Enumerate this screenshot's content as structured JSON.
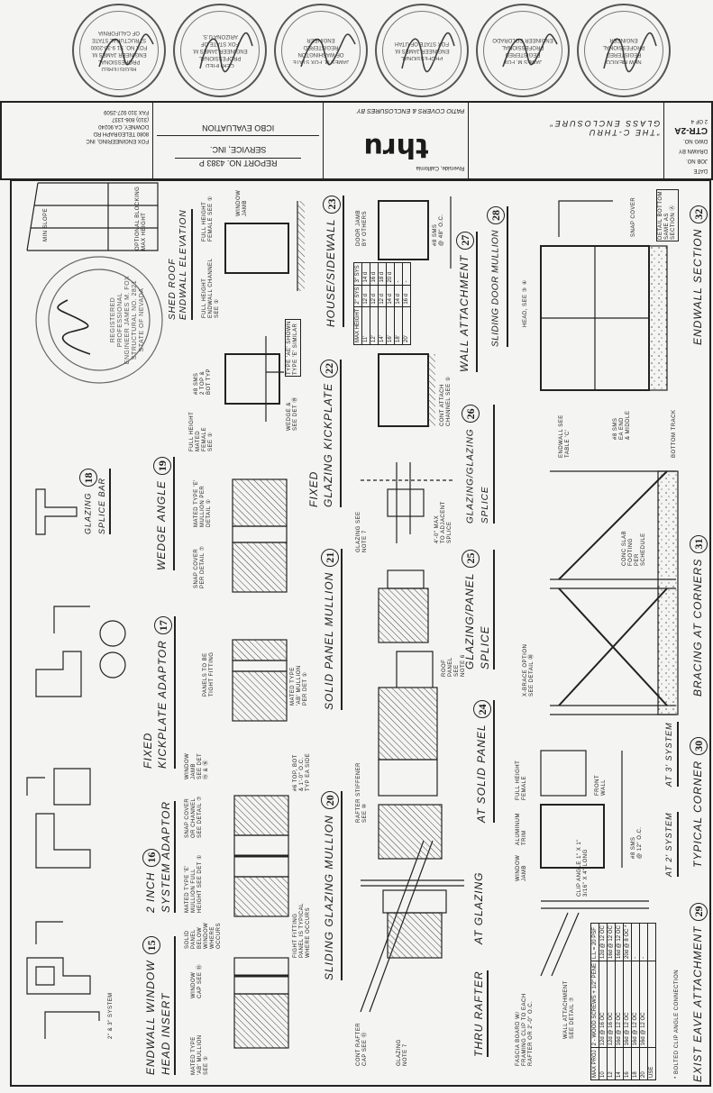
{
  "title_block": {
    "firm": [
      "FOX ENGINEERING, INC",
      "8080 TELEGRAPH RD",
      "DOWNEY, CA 90240",
      "(310) 806-1337",
      "FAX 310 927-2509"
    ],
    "evaluation": "ICBO EVALUATION",
    "evaluation2": "SERVICE, INC.",
    "report": "REPORT NO. 4383 P",
    "company": "PATIO COVERS & ENCLOSURES BY",
    "logo": "thru",
    "address": "Riverside, California",
    "product": "\"THE C-THRU",
    "product2": "GLASS ENCLOSURE\"",
    "sheet": {
      "date": "DATE",
      "job": "JOB NO.",
      "drawn": "DRAWN BY",
      "dwg": "DWG NO.",
      "number": "CTR-2A",
      "of": "2 OF 4"
    }
  },
  "stamps": [
    {
      "text": "REGISTERED PROFESSIONAL ENGINEER JAMES M. FOX No. S1 9-30-2000 STRUCTURAL STATE OF CALIFORNIA"
    },
    {
      "text": "CERTIFIED PROFESSIONAL ENGINEER JAMES M. FOX STATE OF ARIZONA U.S."
    },
    {
      "text": "JAMES M. FOX STATE OF WASHINGTON REGISTERED ENGINEER"
    },
    {
      "text": "PROFESSIONAL ENGINEER JAMES M. FOX STATE OF UTAH"
    },
    {
      "text": "JAMES M. FOX REGISTERED PROFESSIONAL ENGINEER COLORADO"
    },
    {
      "text": "NEW MEXICO REGISTERED PROFESSIONAL ENGINEER"
    },
    {
      "text": "REGISTERED PROFESSIONAL ENGINEER JAMES M. FOX STRUCTURAL No. 2821 STATE OF NEVADA"
    }
  ],
  "details": {
    "d15": {
      "title": "ENDWALL WINDOW",
      "title2": "HEAD INSERT",
      "num": "15"
    },
    "d16": {
      "title": "2 INCH",
      "title2": "SYSTEM ADAPTOR",
      "num": "16"
    },
    "d17": {
      "title": "FIXED",
      "title2": "KICKPLATE ADAPTOR",
      "num": "17"
    },
    "d18": {
      "title": "GLAZING",
      "title2": "SPLICE BAR",
      "num": "18"
    },
    "d19": {
      "title": "WEDGE ANGLE",
      "num": "19"
    },
    "shed": {
      "title": "SHED ROOF",
      "title2": "ENDWALL ELEVATION"
    },
    "d20": {
      "title": "SLIDING GLAZING MULLION",
      "num": "20"
    },
    "d21": {
      "title": "SOLID PANEL MULLION",
      "num": "21"
    },
    "d22": {
      "title": "FIXED",
      "title2": "GLAZING KICKPLATE",
      "num": "22"
    },
    "d23": {
      "title": "HOUSE/SIDEWALL",
      "num": "23"
    },
    "rafter": {
      "title": "THRU RAFTER",
      "sub": "AT GLAZING"
    },
    "d24": {
      "title": "AT SOLID PANEL",
      "num": "24"
    },
    "d25": {
      "title": "GLAZING/PANEL",
      "title2": "SPLICE",
      "num": "25"
    },
    "d26": {
      "title": "GLAZING/GLAZING",
      "title2": "SPLICE",
      "num": "26"
    },
    "d27": {
      "title": "WALL ATTACHMENT",
      "num": "27"
    },
    "d28": {
      "title": "SLIDING DOOR MULLION",
      "num": "28"
    },
    "d29": {
      "title": "EXIST EAVE ATTACHMENT",
      "num": "29"
    },
    "d30": {
      "title": "TYPICAL CORNER",
      "sub1": "AT 2' SYSTEM",
      "sub2": "AT 3' SYSTEM",
      "num": "30"
    },
    "d31": {
      "title": "BRACING AT CORNERS",
      "num": "31"
    },
    "d32": {
      "title": "ENDWALL SECTION",
      "num": "32"
    }
  },
  "notes": {
    "n1": "MATED TYPE\n'AB' MULLION\nSEE ①",
    "n2": "WINDOW\nCAP SEE ⑮",
    "n3": "2\" & 3\" SYSTEM",
    "n4": "MATED TYPE 'E'\nMULLION FULL\nHEIGHT SEE DET ①",
    "n5": "SNAP COVER\nOR CHANNEL\nSEE DETAIL ⑦",
    "n6": "WINDOW\nJAMB\nSEE DET\n⑮ & ⑯",
    "n7": "SOLID\nPANEL\nBELOW\nWINDOW\nWHERE\nOCCURS",
    "n8": "FIGHT FITTING\nPANEL IS TYPICAL\nWHERE OCCURS",
    "n9": "#6 TOP, BOT\n& 1'-0\" O.C.\nTYP EA SIDE",
    "n10": "PANELS TO BE\nTIGHT FITTING",
    "n11": "MATED TYPE\n'AB' MULLION\nPER DET ①",
    "n12": "SNAP COVER\nPER DETAIL ⑦",
    "n13": "MATED TYPE 'E'\nMULLION PER\nDETAIL ①",
    "n14": "FULL HEIGHT\nMATED\nFEMALE\nSEE ①",
    "n15": "#8 SMS\n2 TOP &\nBOT TYP",
    "n16": "WEDGE &\nSEE DET ⑲",
    "n17": "TYPE 'AE' SHOWN\nTYPE 'E' SIMILAR",
    "n18": "FULL HEIGHT\nENDWALL CHANNEL\nSEE ①",
    "n19": "FULL HEIGHT\nFEMALE SEE ①",
    "n20": "WINDOW\nJAMB",
    "n21": "MIN SLOPE",
    "n22": "OPTIONAL BLOCKING\nMAX HEIGHT",
    "n23": "CONT RAFTER\nCAP SEE ⑬",
    "n24": "GLAZING\nNOTE 7",
    "n25": "RAFTER STIFFENER\nSEE ⑩",
    "n26": "ROOF\nPANEL\nSEE\nNOTE 6",
    "n27": "4'-0\" MAX\nTO ADJACENT\nSPLICE",
    "n28": "GLAZING SEE\nNOTE 7",
    "n29": "CONT ATTACH\nCHANNEL SEE ①",
    "n30": "DOOR JAMB\nBY OTHERS",
    "n31": "#8 SMS\n@ 48\" O.C.",
    "n32": "FASCIA BOARD W/\nFRAMING CLIP TO EACH\nRAFTER OR 2'-0\" O.C.",
    "n33": "WALL ATTACHMENT\nSEE DETAIL ⑦",
    "n34": "WINDOW\nJAMB",
    "n35": "ALUMINUM\nTRIM",
    "n36": "FULL HEIGHT\nFEMALE",
    "n37": "FRONT\nWALL",
    "n38": "#8 SMS\n@ 12\" O.C.",
    "n39": "CONC SLAB\nFOOTING\nPER\nSCHEDULE",
    "n40": "BOTTOM TRACK",
    "n41": "ENDWALL SEE\nTABLE 'C'",
    "n42": "#8 SMS\nEA END\n& MIDDLE",
    "n43": "HEAD, SEE ③ ④",
    "n44": "SNAP COVER",
    "n45": "DETAIL BOTTOM\nSAME AS\nSECTION Ⓐ",
    "n46": "* BOLTED CLIP ANGLE CONNECTION",
    "n47": "CLIP ANGLE 1\" x 1\"\n3/16\" x 4\" LONG",
    "n48": "X-BRACE OPTION\nSEE DETAIL ⑳"
  },
  "table27": {
    "header": [
      "MAX HEIGHT",
      "2\" SYS",
      "3\" SYS"
    ],
    "rows": [
      [
        "11'",
        "12 d",
        "14 d"
      ],
      [
        "12'",
        "12 d",
        "16 d"
      ],
      [
        "14'",
        "12 d",
        "18 d"
      ],
      [
        "16'",
        "14 d",
        "20 d"
      ],
      [
        "18'",
        "14 d",
        "-"
      ],
      [
        "20'",
        "16 d",
        "-"
      ]
    ]
  },
  "table29": {
    "header": [
      "MAX PROJ",
      "2 - WOOD SCREWS + 1/2\" PENE",
      "L.L = 20 PSF"
    ],
    "rows": [
      [
        "10",
        "12d @ 16 OC",
        "12d @ 12 OC"
      ],
      [
        "12",
        "12d @ 16 OC",
        "16d @ 12 OC"
      ],
      [
        "14",
        "16d @ 12 OC",
        "16d @ 12 OC"
      ],
      [
        "16",
        "16d @ 12 OC",
        "20d @ 8 OC *"
      ],
      [
        "18",
        "16d @ 12 OC",
        "-"
      ],
      [
        "20",
        "16d @ 12 OC",
        "-"
      ],
      [
        "USE",
        "",
        ""
      ]
    ]
  }
}
